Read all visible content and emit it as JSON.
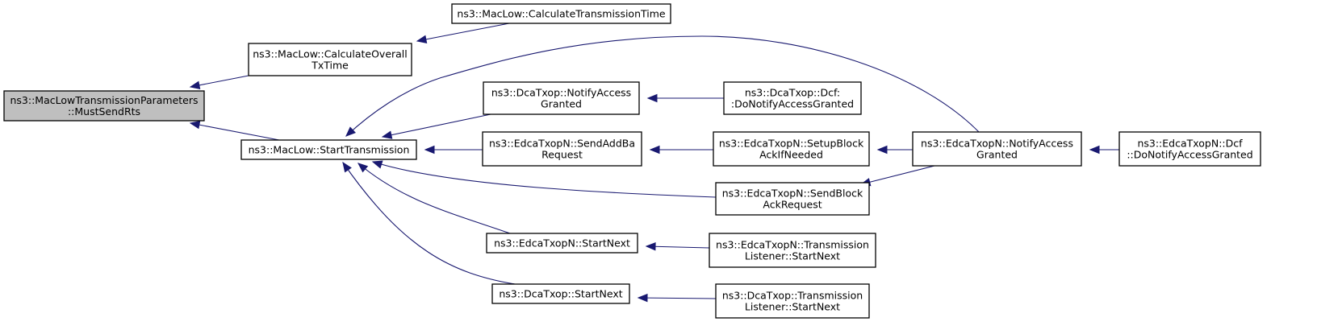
{
  "diagram": {
    "type": "doxygen-caller-graph",
    "colors": {
      "edge": "#191970",
      "node_border": "#000000",
      "node_fill": "#ffffff",
      "focus_fill": "#bfbfbf"
    },
    "nodes": [
      {
        "id": "must_send_rts",
        "lines": [
          "ns3::MacLowTransmissionParameters",
          "::MustSendRts"
        ],
        "focus": true
      },
      {
        "id": "calc_overall",
        "lines": [
          "ns3::MacLow::CalculateOverall",
          "TxTime"
        ]
      },
      {
        "id": "calc_tx_time",
        "lines": [
          "ns3::MacLow::CalculateTransmissionTime"
        ]
      },
      {
        "id": "start_tx",
        "lines": [
          "ns3::MacLow::StartTransmission"
        ]
      },
      {
        "id": "dca_notify",
        "lines": [
          "ns3::DcaTxop::NotifyAccess",
          "Granted"
        ]
      },
      {
        "id": "dca_dcf",
        "lines": [
          "ns3::DcaTxop::Dcf:",
          ":DoNotifyAccessGranted"
        ]
      },
      {
        "id": "edca_sendaddba",
        "lines": [
          "ns3::EdcaTxopN::SendAddBa",
          "Request"
        ]
      },
      {
        "id": "edca_setupblock",
        "lines": [
          "ns3::EdcaTxopN::SetupBlock",
          "AckIfNeeded"
        ]
      },
      {
        "id": "edca_notify",
        "lines": [
          "ns3::EdcaTxopN::NotifyAccess",
          "Granted"
        ]
      },
      {
        "id": "edca_dcf",
        "lines": [
          "ns3::EdcaTxopN::Dcf",
          "::DoNotifyAccessGranted"
        ]
      },
      {
        "id": "edca_sendblockack",
        "lines": [
          "ns3::EdcaTxopN::SendBlock",
          "AckRequest"
        ]
      },
      {
        "id": "edca_startnext",
        "lines": [
          "ns3::EdcaTxopN::StartNext"
        ]
      },
      {
        "id": "edca_tl_startnext",
        "lines": [
          "ns3::EdcaTxopN::Transmission",
          "Listener::StartNext"
        ]
      },
      {
        "id": "dca_startnext",
        "lines": [
          "ns3::DcaTxop::StartNext"
        ]
      },
      {
        "id": "dca_tl_startnext",
        "lines": [
          "ns3::DcaTxop::Transmission",
          "Listener::StartNext"
        ]
      }
    ],
    "edges": [
      {
        "from": "calc_overall",
        "to": "must_send_rts"
      },
      {
        "from": "start_tx",
        "to": "must_send_rts"
      },
      {
        "from": "calc_tx_time",
        "to": "calc_overall"
      },
      {
        "from": "dca_notify",
        "to": "start_tx"
      },
      {
        "from": "edca_sendaddba",
        "to": "start_tx"
      },
      {
        "from": "edca_notify",
        "to": "start_tx"
      },
      {
        "from": "edca_sendblockack",
        "to": "start_tx"
      },
      {
        "from": "edca_startnext",
        "to": "start_tx"
      },
      {
        "from": "dca_startnext",
        "to": "start_tx"
      },
      {
        "from": "dca_dcf",
        "to": "dca_notify"
      },
      {
        "from": "edca_setupblock",
        "to": "edca_sendaddba"
      },
      {
        "from": "edca_notify",
        "to": "edca_setupblock"
      },
      {
        "from": "edca_dcf",
        "to": "edca_notify"
      },
      {
        "from": "edca_sendblockack",
        "to": "edca_notify"
      },
      {
        "from": "edca_tl_startnext",
        "to": "edca_startnext"
      },
      {
        "from": "dca_tl_startnext",
        "to": "dca_startnext"
      }
    ]
  }
}
